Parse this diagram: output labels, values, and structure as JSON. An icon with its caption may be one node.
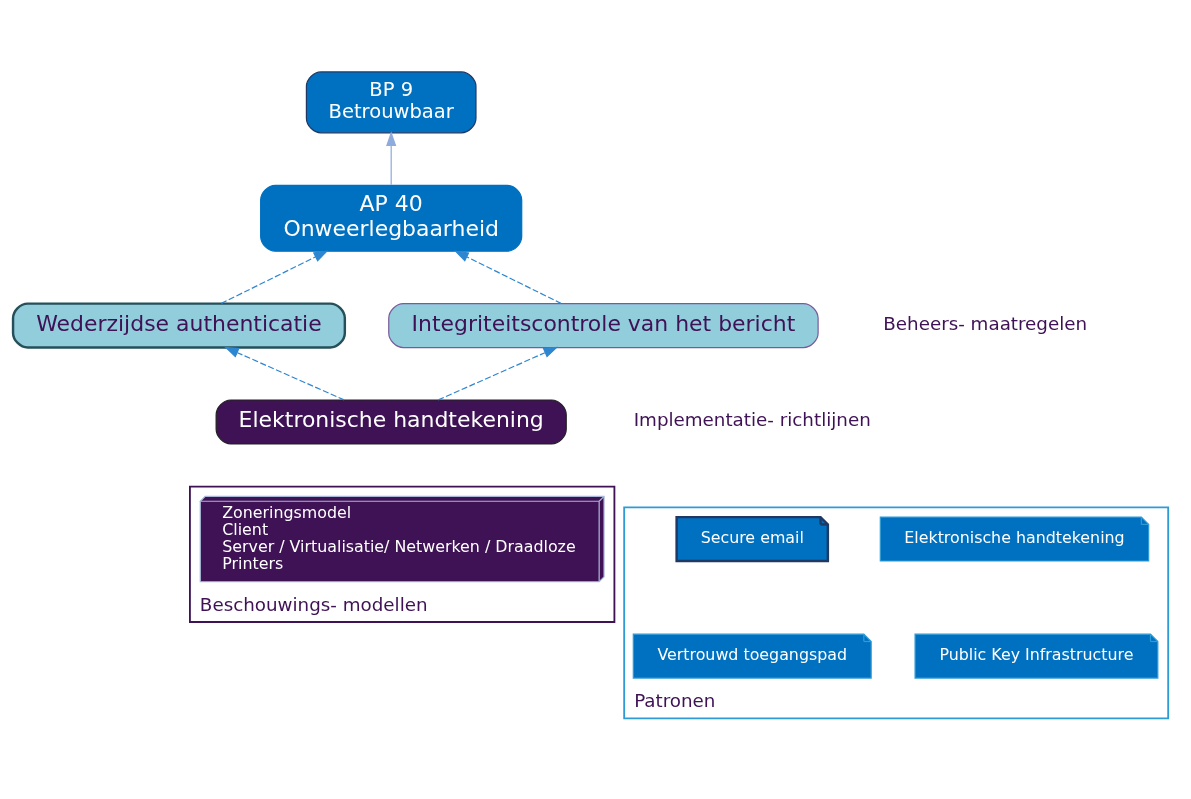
{
  "diagram": {
    "nodes": [
      {
        "text": [
          "BP 9",
          "Betrouwbaar"
        ]
      },
      {
        "text": [
          "AP 40",
          "Onweerlegbaarheid"
        ]
      },
      {
        "text": [
          "Wederzijdse authenticatie"
        ]
      },
      {
        "text": [
          "Integriteitscontrole van het bericht"
        ]
      },
      {
        "text": [
          "Elektronische handtekening"
        ]
      },
      {
        "text": [
          "Patronen"
        ]
      },
      {
        "text": [
          "Elektronische handtekening"
        ],
        "in": 5
      },
      {
        "text": [
          "Secure email"
        ],
        "in": 5
      },
      {
        "text": [
          "Public Key Infrastructure"
        ],
        "in": 5
      },
      {
        "text": [
          "Vertrouwd toegangspad"
        ],
        "in": 5
      },
      {
        "text": [
          "Beschouwings- modellen"
        ]
      },
      {
        "text": [
          "Zoneringsmodel",
          "Client",
          "Server / Virtualisatie/ Netwerken / Draadloze",
          "Printers"
        ],
        "in": 10
      }
    ],
    "edges": [
      {
        "from": 1,
        "to": 0,
        "arrow": "to",
        "color": "#8faadc"
      },
      {
        "from": 2,
        "to": 1,
        "arrow": "to",
        "style": "dashed"
      },
      {
        "from": 3,
        "to": 1,
        "arrow": "to",
        "style": "dashed"
      },
      {
        "from": 4,
        "to": 2,
        "arrow": "to",
        "style": "dashed"
      },
      {
        "from": 4,
        "to": 3,
        "arrow": "to",
        "style": "dashed"
      }
    ],
    "labels": [
      "Beheers- maatregelen",
      "Implementatie- richtlijnen"
    ]
  }
}
